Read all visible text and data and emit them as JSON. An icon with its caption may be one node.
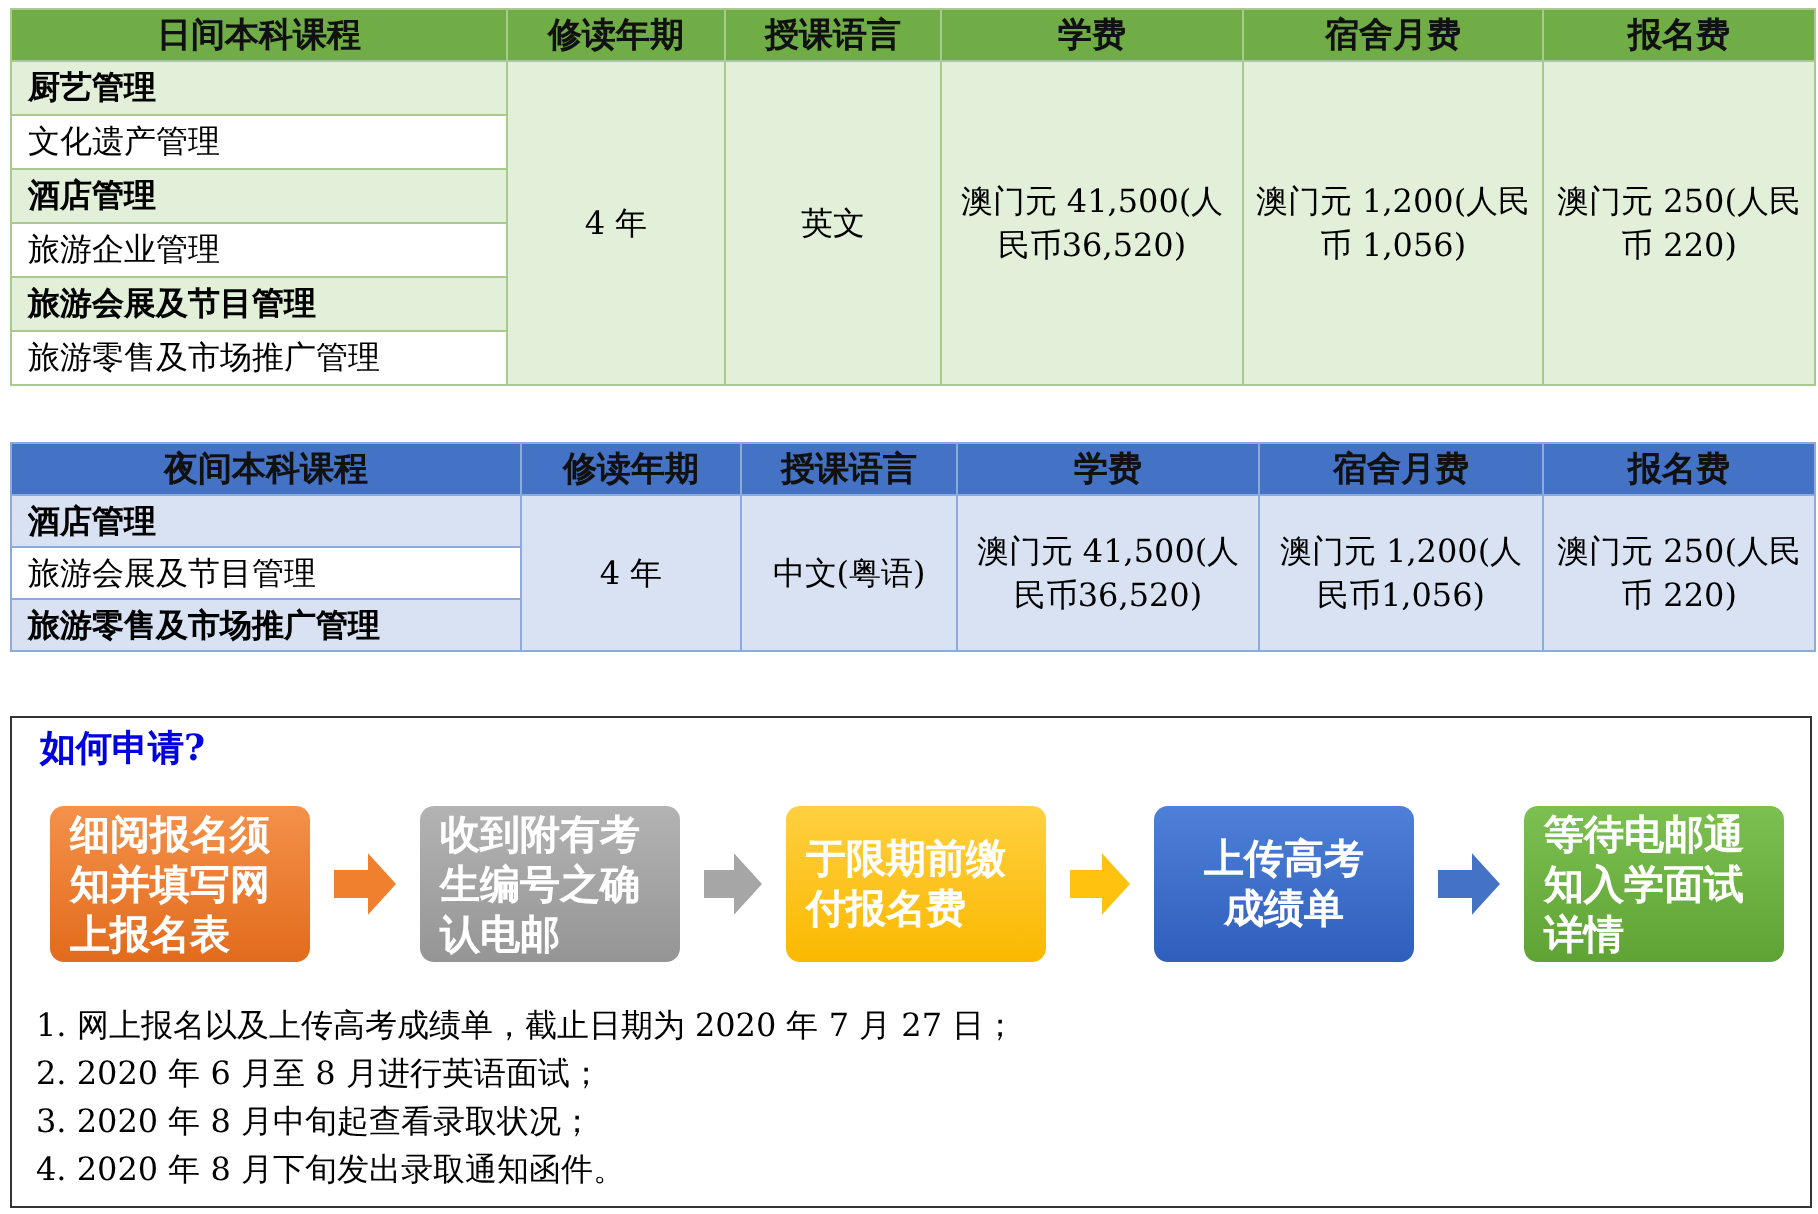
{
  "diagram": {
    "title": "如何申请?",
    "nodes": [
      {
        "text": [
          "细阅报名须知并填写网上报名表"
        ]
      },
      {
        "text": [
          "收到附有考生编号之确认电邮"
        ]
      },
      {
        "text": [
          "于限期前缴付报名费"
        ]
      },
      {
        "text": [
          "上传高考成绩单"
        ]
      },
      {
        "text": [
          "等待电邮通知入学面试详情"
        ]
      }
    ],
    "edges": [
      {
        "from": 0,
        "to": 1,
        "arrow": "to",
        "color": "#f07f2e"
      },
      {
        "from": 1,
        "to": 2,
        "arrow": "to",
        "color": "#a6a6a6"
      },
      {
        "from": 2,
        "to": 3,
        "arrow": "to",
        "color": "#ffc20e"
      },
      {
        "from": 3,
        "to": 4,
        "arrow": "to",
        "color": "#4472c4"
      }
    ],
    "labels": [
      "日间本科课程",
      "修读年期",
      "授课语言",
      "学费",
      "宿舍月费",
      "报名费",
      "厨艺管理",
      "4 年",
      "英文",
      "澳门元 41,500(人民币36,520)",
      "澳门元 1,200(人民币 1,056)",
      "澳门元 250(人民币 220)",
      "文化遗产管理",
      "酒店管理",
      "旅游企业管理",
      "旅游会展及节目管理",
      "旅游零售及市场推广管理",
      "夜间本科课程",
      "修读年期",
      "授课语言",
      "学费",
      "宿舍月费",
      "报名费",
      "酒店管理",
      "4 年",
      "中文(粤语)",
      "澳门元 41,500(人民币36,520)",
      "澳门元 1,200(人民币1,056)",
      "澳门元 250(人民币 220)",
      "旅游会展及节目管理",
      "旅游零售及市场推广管理",
      "1. 网上报名以及上传高考成绩单，截止日期为 2020 年 7 月 27 日；",
      "2. 2020 年 6 月至 8 月进行英语面试；",
      "3. 2020 年 8 月中旬起查看录取状况；",
      "4. 2020 年 8 月下旬发出录取通知函件。"
    ]
  }
}
